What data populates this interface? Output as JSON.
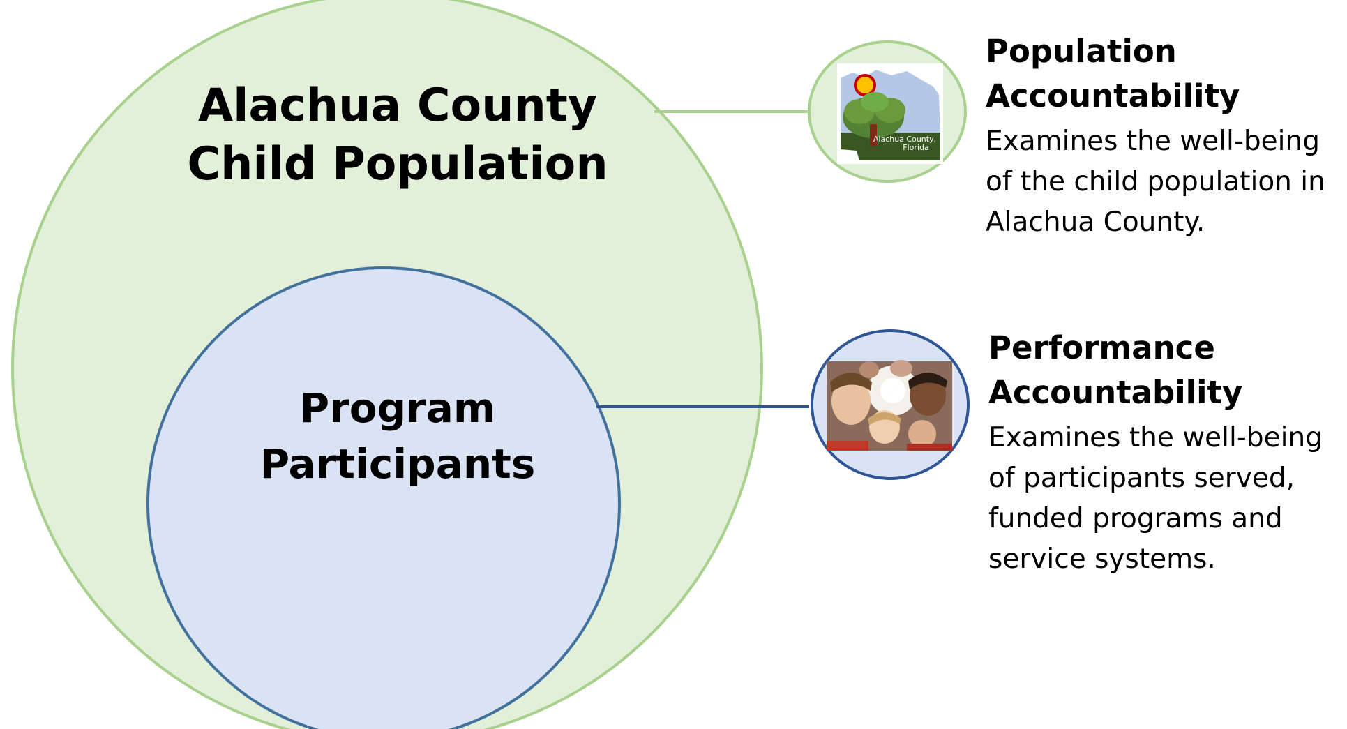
{
  "diagram": {
    "outer_circle": {
      "label_line1": "Alachua County",
      "label_line2": "Child Population",
      "fill": "#e2efd9",
      "stroke": "#a9d18e"
    },
    "inner_circle": {
      "label_line1": "Program",
      "label_line2": "Participants",
      "fill": "#dae3f3",
      "stroke": "#41719c"
    }
  },
  "population_accountability": {
    "title_line1": "Population",
    "title_line2": "Accountability",
    "description_lines": [
      "Examines the well-being",
      "of the child population in",
      "Alachua County."
    ],
    "badge_image": "alachua-county-map-logo",
    "badge_caption_line1": "Alachua County,",
    "badge_caption_line2": "Florida"
  },
  "performance_accountability": {
    "title_line1": "Performance",
    "title_line2": "Accountability",
    "description_lines": [
      "Examines the well-being",
      "of participants served,",
      "funded programs and",
      "service systems."
    ],
    "badge_image": "children-group-photo"
  }
}
